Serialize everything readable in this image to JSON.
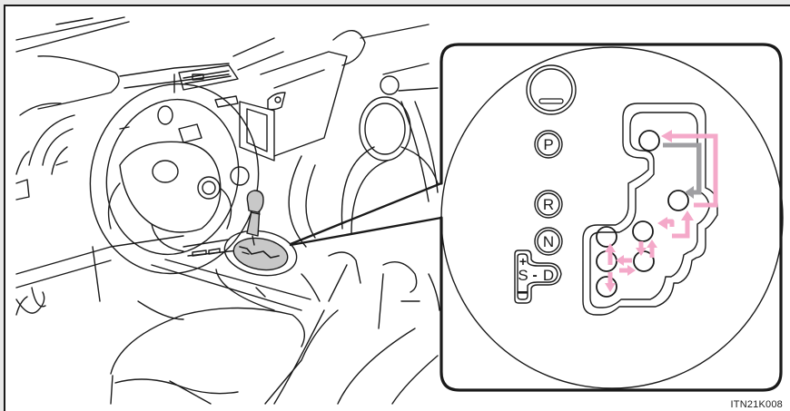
{
  "figure": {
    "code": "ITN21K008",
    "colors": {
      "line": "#1a1a1a",
      "frame": "#e8e8e8",
      "shifter_fill": "#c8c8c8",
      "arrow_pink": "#f4a9c9",
      "arrow_gray": "#a0a0a3"
    }
  },
  "main_illustration": {
    "subject": "vehicle interior, driver side view with steering wheel, dashboard and center console shift lever"
  },
  "inset": {
    "subject": "shift lever gate plate close-up",
    "indicator_labels": {
      "top_button": "—",
      "park": "P",
      "reverse": "R",
      "neutral": "N",
      "sequential_plus": "+",
      "sequential": "S",
      "sequential_separator": "-",
      "drive": "D",
      "sequential_minus": "—"
    },
    "arrows": [
      {
        "color": "gray",
        "from": "P",
        "to": "R",
        "meaning": "shift path P to R"
      },
      {
        "color": "pink",
        "from": "R",
        "to": "P",
        "meaning": "shift path R to P"
      },
      {
        "color": "pink",
        "from": "R",
        "to": "N",
        "meaning": "shift path R/N"
      },
      {
        "color": "pink",
        "from": "N",
        "to": "D",
        "meaning": "shift path N/D"
      },
      {
        "color": "pink",
        "from": "D",
        "to": "S",
        "meaning": "shift path D/S"
      },
      {
        "color": "pink",
        "from": "S",
        "to": "+/-",
        "meaning": "sequential up/down"
      }
    ]
  }
}
